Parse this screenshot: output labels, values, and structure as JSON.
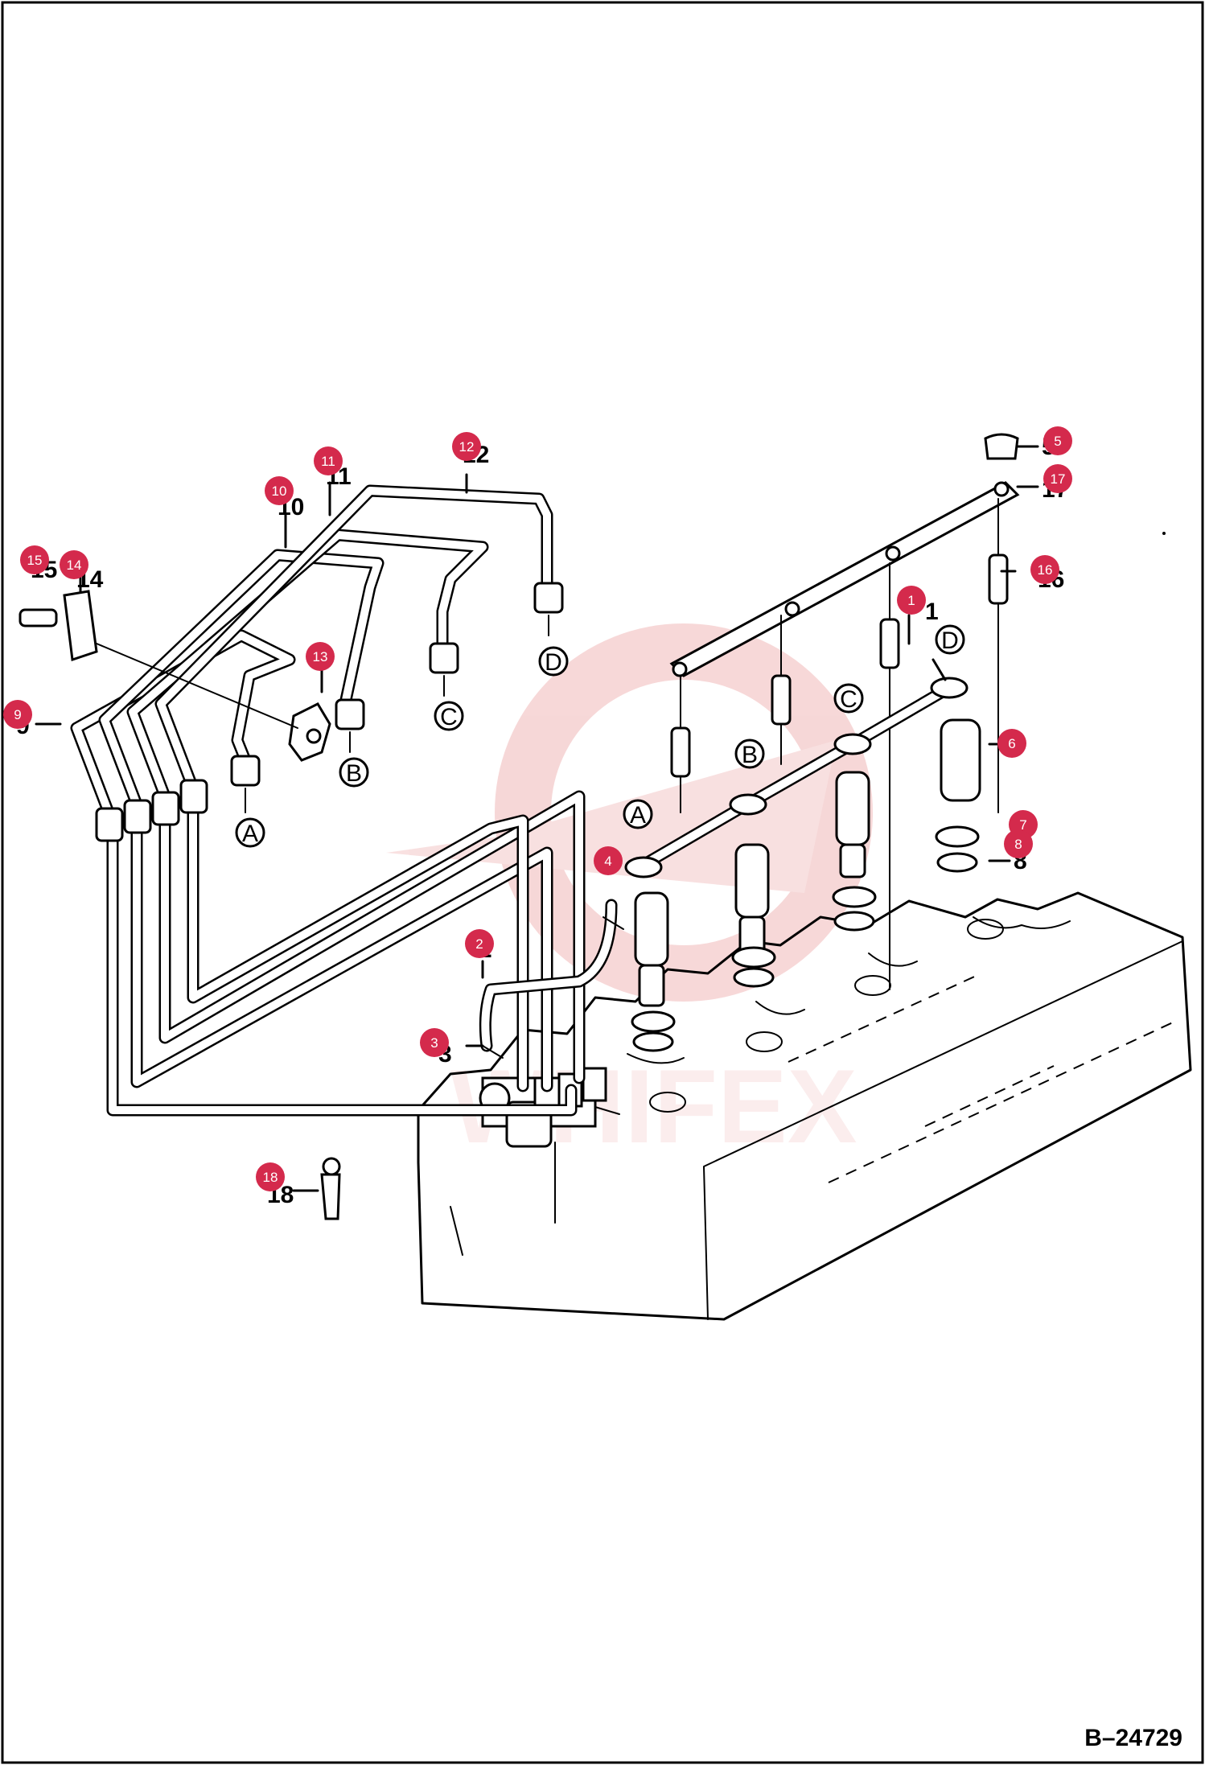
{
  "colors": {
    "callout": "#d42a4c",
    "line": "#000000",
    "watermark": "#f0b8b8"
  },
  "ref_code": "B–24729",
  "watermark_text": "WHIFEX",
  "callouts": [
    "1",
    "2",
    "3",
    "4",
    "5",
    "6",
    "7",
    "8",
    "9",
    "10",
    "11",
    "12",
    "13",
    "14",
    "15",
    "16",
    "17",
    "18"
  ],
  "part_numbers": [
    "1",
    "2",
    "3",
    "5",
    "6",
    "8",
    "9",
    "10",
    "11",
    "12",
    "14",
    "15",
    "16",
    "17",
    "18"
  ],
  "pipe_end_letters": [
    "A",
    "B",
    "C",
    "D"
  ],
  "nozzle_letters": [
    "A",
    "B",
    "C",
    "D"
  ]
}
